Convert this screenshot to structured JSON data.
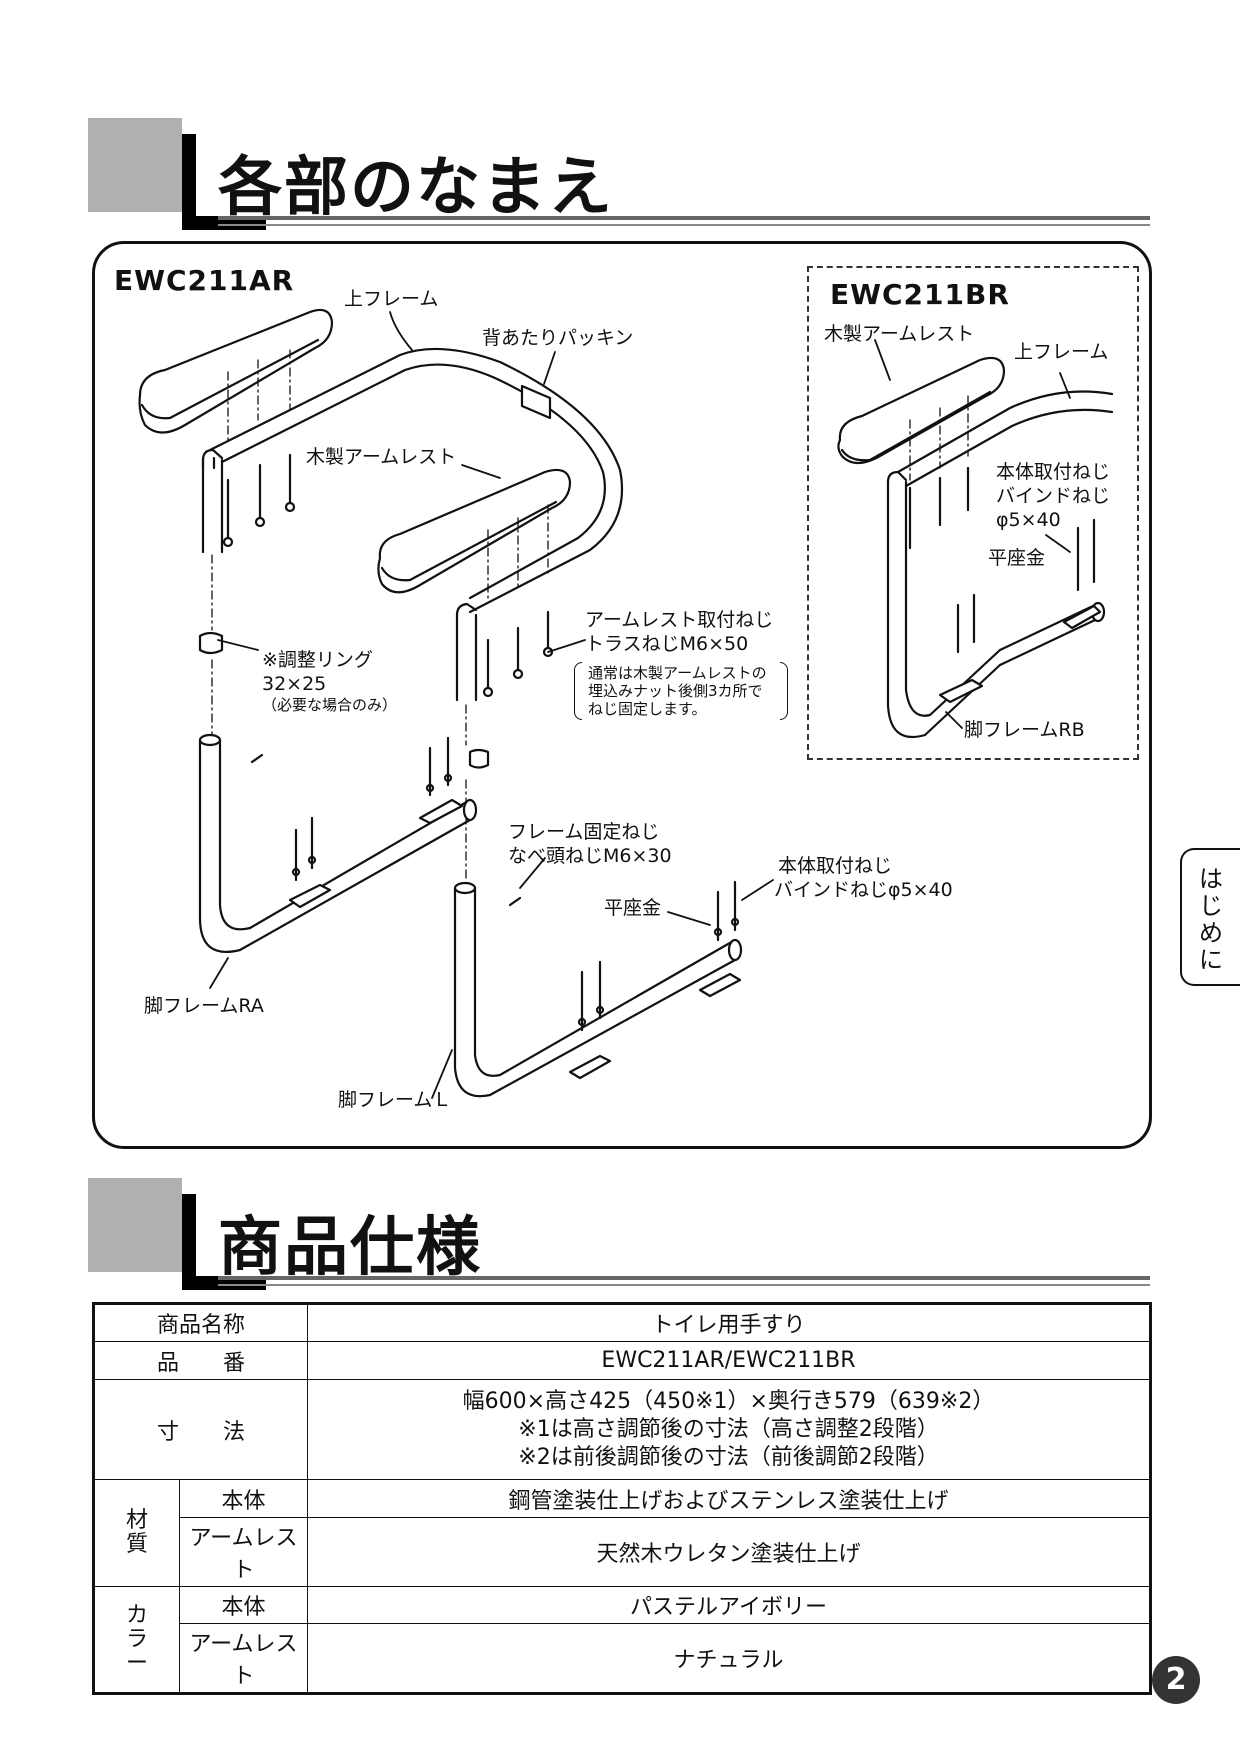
{
  "section1": {
    "title": "各部のなまえ"
  },
  "section2": {
    "title": "商品仕様"
  },
  "diagram": {
    "model_a": "EWC211AR",
    "model_b": "EWC211BR",
    "labels_a": {
      "upper_frame": "上フレーム",
      "back_packing": "背あたりパッキン",
      "wood_armrest": "木製アームレスト",
      "armrest_screw_1": "アームレスト取付ねじ",
      "armrest_screw_2": "トラスねじM6×50",
      "armrest_note_1": "通常は木製アームレストの",
      "armrest_note_2": "埋込みナット後側3カ所で",
      "armrest_note_3": "ねじ固定します。",
      "ring_1": "※調整リング",
      "ring_2": "32×25",
      "ring_3": "（必要な場合のみ）",
      "frame_screw_1": "フレーム固定ねじ",
      "frame_screw_2": "なべ頭ねじM6×30",
      "body_screw_1": "本体取付ねじ",
      "body_screw_2": "バインドねじφ5×40",
      "washer": "平座金",
      "leg_ra": "脚フレームRA",
      "leg_l": "脚フレームＬ"
    },
    "labels_b": {
      "wood_armrest": "木製アームレスト",
      "upper_frame": "上フレーム",
      "body_screw_1": "本体取付ねじ",
      "body_screw_2": "バインドねじ",
      "body_screw_3": "φ5×40",
      "washer": "平座金",
      "leg_rb": "脚フレームRB"
    }
  },
  "side_tab": "はじめに",
  "spec": {
    "product_name_label": "商品名称",
    "product_name": "トイレ用手すり",
    "part_no_label": "品　　番",
    "part_no": "EWC211AR/EWC211BR",
    "dims_label": "寸　　法",
    "dims_1": "幅600×高さ425（450※1）×奥行き579（639※2）",
    "dims_2": "※1は高さ調節後の寸法（高さ調整2段階）",
    "dims_3": "※2は前後調節後の寸法（前後調節2段階）",
    "material_label": "材質",
    "color_label": "カラー",
    "body_label": "本体",
    "armrest_label": "アームレスト",
    "material_body": "鋼管塗装仕上げおよびステンレス塗装仕上げ",
    "material_armrest": "天然木ウレタン塗装仕上げ",
    "color_body": "パステルアイボリー",
    "color_armrest": "ナチュラル"
  },
  "page_number": "2"
}
